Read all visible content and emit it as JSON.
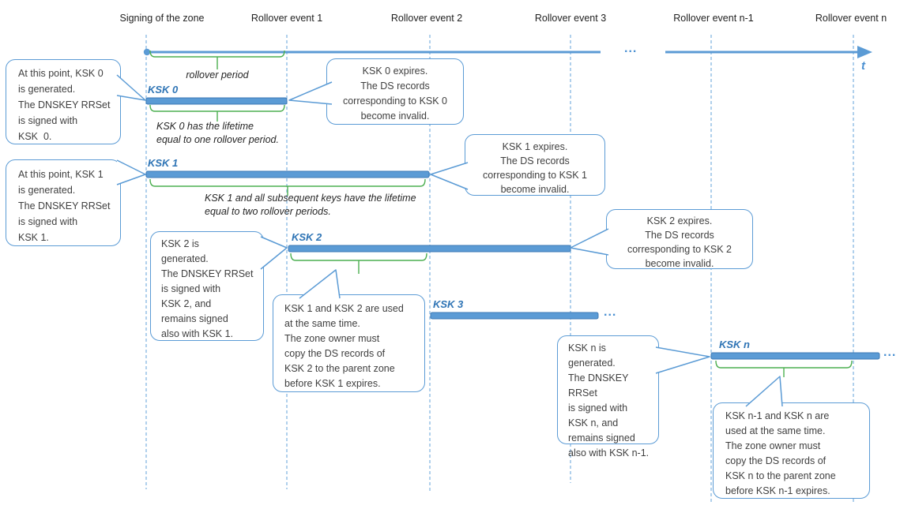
{
  "diagram_name": "KSK rollover timeline",
  "colors": {
    "accent_blue": "#5B9BD5",
    "dark_blue": "#2E74B5",
    "gridline_blue": "#85b7e2",
    "brace_green": "#4CAF50",
    "text_dark": "#3f3f3f"
  },
  "timeline": {
    "axis_label": "t",
    "gap_ellipsis": "..."
  },
  "events": [
    {
      "label": "Signing of the zone"
    },
    {
      "label": "Rollover event 1"
    },
    {
      "label": "Rollover event 2"
    },
    {
      "label": "Rollover event 3"
    },
    {
      "label": "Rollover event n-1"
    },
    {
      "label": "Rollover event n"
    }
  ],
  "keys": [
    {
      "label": "KSK 0"
    },
    {
      "label": "KSK 1"
    },
    {
      "label": "KSK 2"
    },
    {
      "label": "KSK 3",
      "ellipsis": "..."
    },
    {
      "label": "KSK n",
      "ellipsis": "..."
    }
  ],
  "braces": [
    {
      "label": "rollover period"
    },
    {
      "label": "KSK 0 has the lifetime\nequal to one rollover period."
    },
    {
      "label": "KSK 1 and all subsequent keys have the lifetime\nequal to two rollover periods."
    }
  ],
  "callouts": [
    {
      "id": "ksk0-generated",
      "text": "At this point, KSK 0\nis generated.\nThe DNSKEY RRSet\nis signed with\nKSK  0."
    },
    {
      "id": "ksk0-expires",
      "text": "KSK 0 expires.\nThe DS records\ncorresponding to KSK 0\nbecome invalid."
    },
    {
      "id": "ksk1-generated",
      "text": "At this point, KSK 1\nis generated.\nThe DNSKEY RRSet\nis signed with\nKSK 1."
    },
    {
      "id": "ksk1-expires",
      "text": "KSK 1 expires.\nThe DS records\ncorresponding to KSK 1\nbecome invalid."
    },
    {
      "id": "ksk2-generated",
      "text": "KSK 2 is\ngenerated.\nThe DNSKEY RRSet\nis signed with\nKSK 2, and\nremains signed\nalso with KSK 1."
    },
    {
      "id": "ksk2-expires",
      "text": "KSK 2 expires.\nThe DS records\ncorresponding to KSK 2\nbecome invalid."
    },
    {
      "id": "ksk1-ksk2-overlap",
      "text": "KSK 1 and KSK 2 are used\nat the same time.\nThe zone owner must\ncopy the DS records of\nKSK 2 to the parent zone\nbefore KSK 1 expires."
    },
    {
      "id": "kskn-generated",
      "text": "KSK n is\ngenerated.\nThe DNSKEY RRSet\nis signed with\nKSK n, and\nremains signed\nalso with KSK n-1."
    },
    {
      "id": "kskn-overlap",
      "text": "KSK n-1 and KSK n are\nused at the same time.\nThe zone owner must\ncopy the DS records of\nKSK n to the parent zone\nbefore KSK n-1 expires."
    }
  ]
}
